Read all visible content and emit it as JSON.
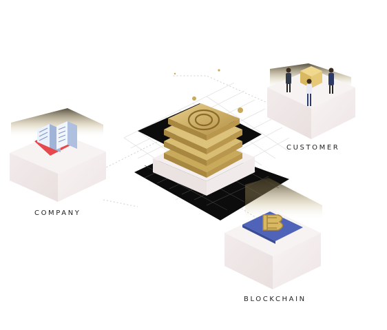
{
  "labels": {
    "company": "COMPANY",
    "customer": "CUSTOMER",
    "blockchain": "BLOCKCHAIN"
  },
  "colors": {
    "gold": "#c9a95a",
    "gold_dark": "#8a6a2a",
    "cube_top": "#f7f1f1",
    "cube_left": "#efe7e7",
    "cube_right": "#f4eded",
    "dark_grid": "#0c0c0c",
    "blue_tile": "#4f63b8"
  },
  "icons": {
    "company": "office-building-icon",
    "customer": "business-people-with-box-icon",
    "blockchain": "bitcoin-icon",
    "center": "coin-stack-icon"
  }
}
